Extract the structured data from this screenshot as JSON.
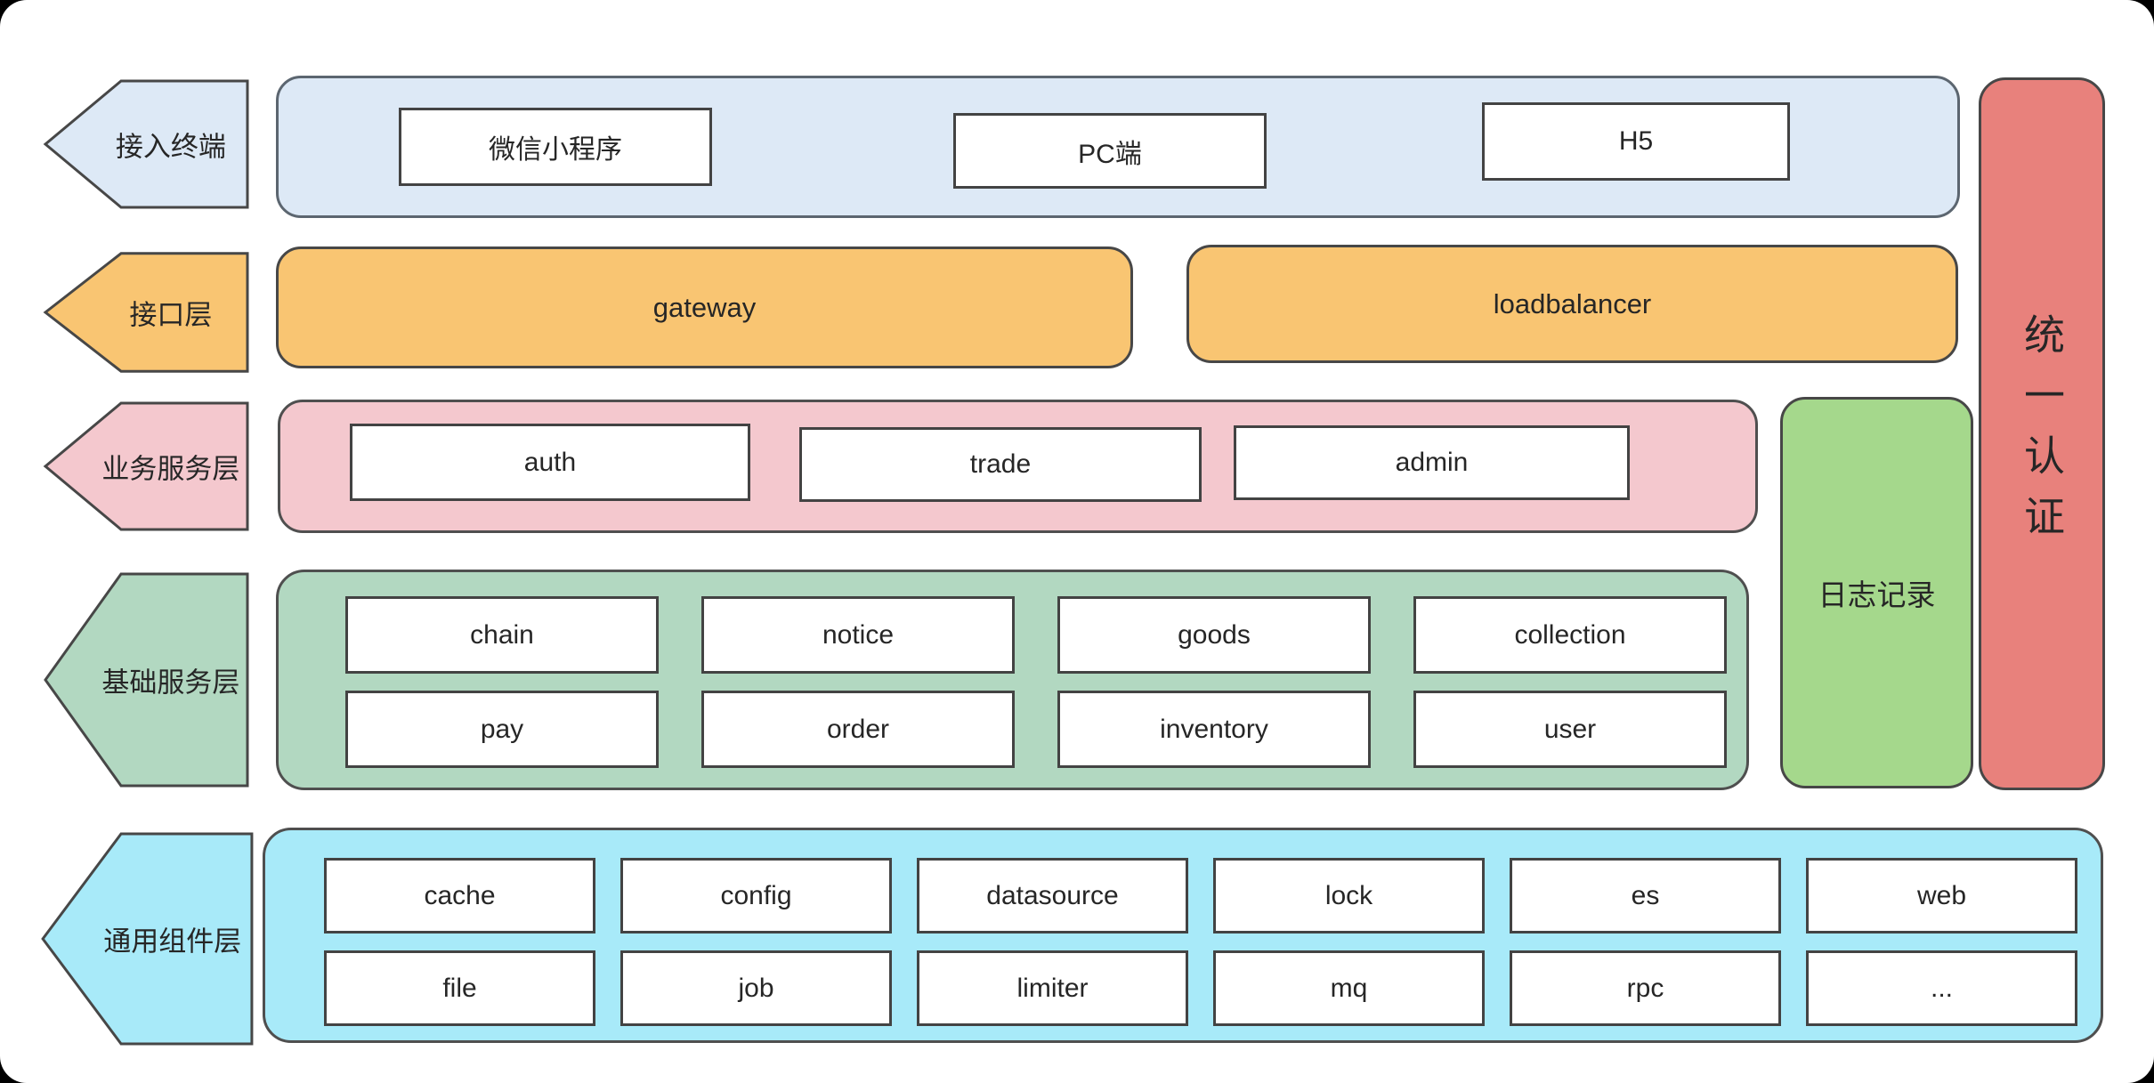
{
  "diagram": {
    "layers": [
      {
        "label": "接入终端",
        "items": [
          "微信小程序",
          "PC端",
          "H5"
        ]
      },
      {
        "label": "接口层",
        "items": [
          "gateway",
          "loadbalancer"
        ]
      },
      {
        "label": "业务服务层",
        "items": [
          "auth",
          "trade",
          "admin"
        ]
      },
      {
        "label": "基础服务层",
        "rows": [
          [
            "chain",
            "notice",
            "goods",
            "collection"
          ],
          [
            "pay",
            "order",
            "inventory",
            "user"
          ]
        ]
      },
      {
        "label": "通用组件层",
        "rows": [
          [
            "cache",
            "config",
            "datasource",
            "lock",
            "es",
            "web"
          ],
          [
            "file",
            "job",
            "limiter",
            "mq",
            "rpc",
            "..."
          ]
        ]
      }
    ],
    "side_panels": [
      {
        "label": "日志记录"
      },
      {
        "label": "统一认证"
      }
    ],
    "colors": {
      "access_terminal": "#dde9f6",
      "interface": "#f9c572",
      "business_service": "#f4c8ce",
      "foundation_service": "#b2d8c1",
      "logging": "#a5d88c",
      "unified_auth": "#e8817c",
      "common_component": "#a8eaf9",
      "node_background": "#ffffff",
      "border": "#4a4a4a",
      "text": "#262626"
    }
  }
}
